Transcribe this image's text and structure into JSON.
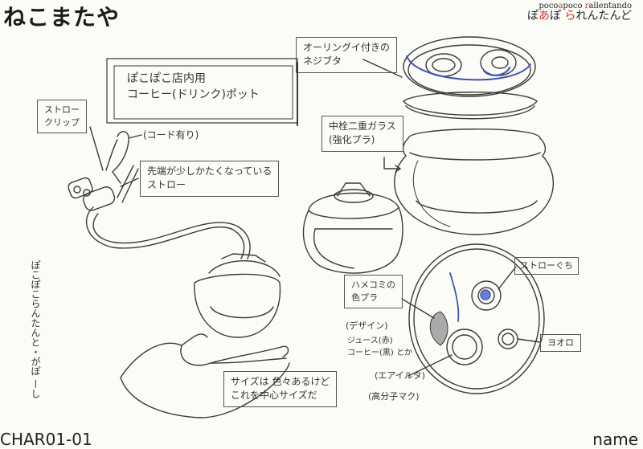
{
  "header": {
    "logo": "ねこまたや",
    "brand_line1_a": "poco",
    "brand_line1_sep": "a",
    "brand_line1_b": "poco ",
    "brand_line1_c": "r",
    "brand_line1_d": "allentando",
    "brand_line2_a": "ぽ",
    "brand_line2_b": "あ",
    "brand_line2_c": "ぽ ",
    "brand_line2_d": "ら",
    "brand_line2_e": "れんたんど"
  },
  "footer": {
    "code": "CHAR01-01",
    "name": "name"
  },
  "notes": {
    "title": "ぽこぽこ店内用\nコーヒー(ドリンク)ポット",
    "straw_clip": "ストロー\nクリップ",
    "cord": "(コード有り)",
    "straw_tip": "先端が少しかたくなっている\nストロー",
    "lid": "オーリングイ付きの\nネジブタ",
    "glass": "中栓二重ガラス\n(強化プラ)",
    "inset_plastic": "ハメコミの\n色プラ",
    "design": "(デザイン)",
    "juice_coffee": "ジュース(赤)\nコーヒー(黒) とか",
    "air": "(エアイルタ)",
    "polymer": "(高分子マク)",
    "straw_hole": "ストローぐち",
    "air_hole": "ヨオロ",
    "size": "サイズは 色々あるけど\nこれを中心サイズだ",
    "vertical": "ぽこぽこらんたんと・がぽ ーし"
  },
  "colors": {
    "accent": "#d2342c",
    "pencil": "#3a3a3a",
    "blue": "#3f54b5"
  }
}
